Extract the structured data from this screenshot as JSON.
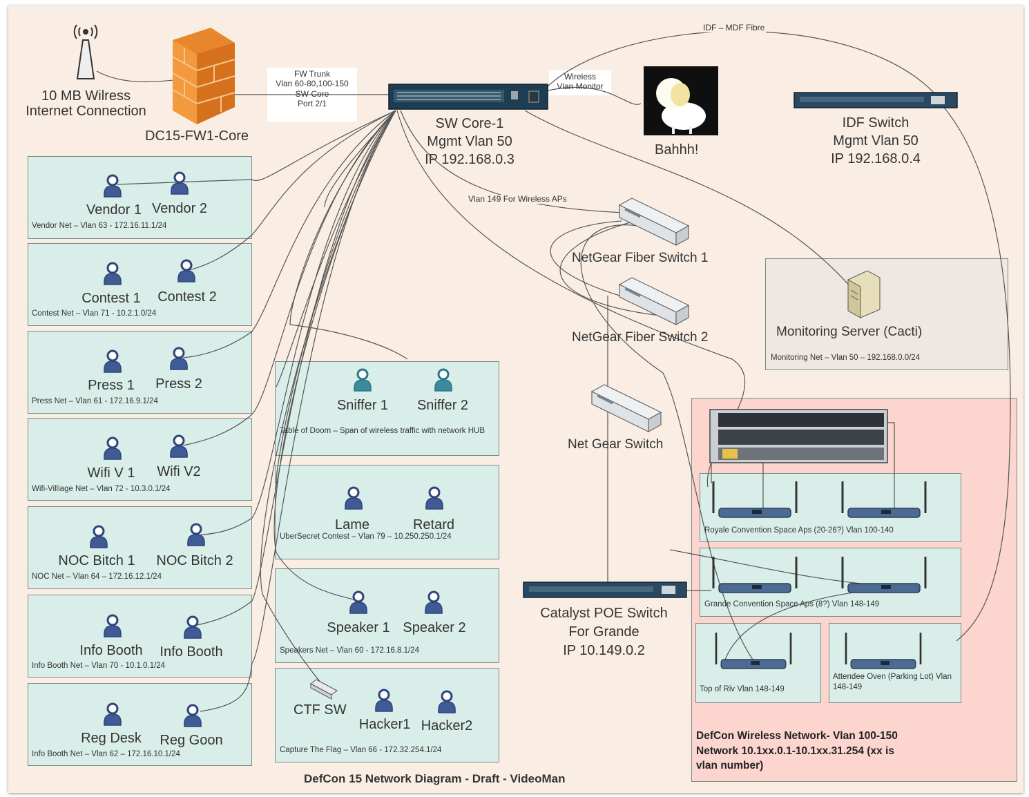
{
  "internet": {
    "line1": "10 MB Wilress",
    "line2": "Internet Connection"
  },
  "firewall": {
    "label": "DC15-FW1-Core"
  },
  "fw_trunk": {
    "l1": "FW Trunk",
    "l2": "Vlan 60-80,100-150",
    "l3": "SW Core",
    "l4": "Port 2/1"
  },
  "core": {
    "l1": "SW Core-1",
    "l2": "Mgmt Vlan 50",
    "l3": "IP 192.168.0.3"
  },
  "wireless_monitor": {
    "l1": "Wireless",
    "l2": "Vlan Monitor"
  },
  "sheep": {
    "label": "Bahhh!"
  },
  "idf_mdf": {
    "label": "IDF – MDF Fibre"
  },
  "idf": {
    "l1": "IDF Switch",
    "l2": "Mgmt Vlan 50",
    "l3": "IP 192.168.0.4"
  },
  "vlan149": {
    "label": "Vlan 149 For Wireless APs"
  },
  "netgear1": {
    "label": "NetGear Fiber Switch 1"
  },
  "netgear2": {
    "label": "NetGear Fiber Switch 2"
  },
  "netgear3": {
    "label": "Net Gear Switch"
  },
  "monitoring": {
    "label": "Monitoring Server (Cacti)",
    "net": "Monitoring Net – Vlan 50 – 192.168.0.0/24"
  },
  "left_groups": [
    {
      "u1": "Vendor 1",
      "u2": "Vendor 2",
      "net": "Vendor Net – Vlan 63 - 172.16.11.1/24"
    },
    {
      "u1": "Contest 1",
      "u2": "Contest 2",
      "net": "Contest Net – Vlan 71 - 10.2.1.0/24"
    },
    {
      "u1": "Press 1",
      "u2": "Press 2",
      "net": "Press Net – Vlan 61 - 172.16.9.1/24"
    },
    {
      "u1": "Wifi V 1",
      "u2": "Wifi V2",
      "net": "Wifi-Villiage Net – Vlan 72 - 10.3.0.1/24"
    },
    {
      "u1": "NOC Bitch 1",
      "u2": "NOC Bitch 2",
      "net": "NOC Net – Vlan 64 – 172.16.12.1/24"
    },
    {
      "u1": "Info Booth",
      "u2": "Info Booth",
      "net": "Info Booth Net – Vlan 70 - 10.1.0.1/24"
    },
    {
      "u1": "Reg Desk",
      "u2": "Reg Goon",
      "net": "Info Booth Net – Vlan 62 – 172.16.10.1/24"
    }
  ],
  "sniffer": {
    "u1": "Sniffer 1",
    "u2": "Sniffer 2",
    "net": "Table of Doom – Span of wireless traffic with network HUB"
  },
  "uber": {
    "u1": "Lame",
    "u2": "Retard",
    "net": "UberSecret Contest – Vlan 79 – 10.250.250.1/24"
  },
  "speakers": {
    "u1": "Speaker 1",
    "u2": "Speaker 2",
    "net": "Speakers Net – Vlan 60 - 172.16.8.1/24"
  },
  "ctf": {
    "sw": "CTF SW",
    "u1": "Hacker1",
    "u2": "Hacker2",
    "net": "Capture The Flag – Vlan 66 - 172.32.254.1/24"
  },
  "catalyst": {
    "l1": "Catalyst POE Switch",
    "l2": "For Grande",
    "l3": "IP 10.149.0.2"
  },
  "aps": {
    "royale": "Royale Convention Space Aps (20-26?) Vlan 100-140",
    "grande": "Grande Convention Space Aps (8?) Vlan 148-149",
    "riv": "Top of Riv Vlan 148-149",
    "attendee": "Attendee Oven (Parking Lot) Vlan 148-149"
  },
  "wireless": {
    "l1": "DefCon Wireless Network- Vlan 100-150",
    "l2": "Network 10.1xx.0.1-10.1xx.31.254 (xx is",
    "l3": "vlan number)"
  },
  "footer": {
    "title": "DefCon 15 Network Diagram - Draft - VideoMan"
  },
  "colors": {
    "background": "#faeee4",
    "group_fill": "#d9eee9",
    "wireless_fill": "#fbd5ce",
    "user_icon": "#3f5a94",
    "sniffer_icon": "#3c8a9a"
  }
}
